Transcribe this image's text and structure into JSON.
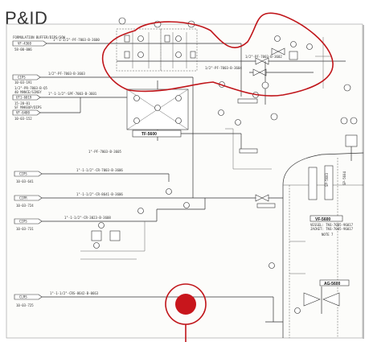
{
  "header": {
    "title": "P&ID"
  },
  "highlight": {
    "color": "#c0151a",
    "dot_color": "#c8161c"
  },
  "offpage": {
    "top_left": [
      "FORMULATION BUFFER/DIPS/SOW",
      "VF-4360",
      "58-00-006"
    ],
    "left_1": [
      "CIPS",
      "10-03-191"
    ],
    "left_2": [
      "1/2\"-PR-7003-B-Q5",
      "40 MANCE/SINSY",
      "UT1-6019",
      "15-20-01",
      "SF MAKEUP/DIPS",
      "VF-6400",
      "10-03-152"
    ],
    "cips_1": [
      "CIPS",
      "10-03-641"
    ],
    "cips_2": [
      "CIPR",
      "10-03-724"
    ],
    "cips_3": [
      "CIPS",
      "10-03-731"
    ],
    "bottom": [
      "CLRS",
      "10-03-725"
    ]
  },
  "tags": {
    "tf_bottom": "TF-5600",
    "vf_vessel": "VF-5600",
    "ag_vessel": "AG-5600",
    "vessel_note": "VESSEL: TK6-7005-96017",
    "jacket_note": "JACKET: TK6-7005-96017",
    "note_7": "NOTE 7",
    "sp_1": "SP-5603",
    "sp_2": "SP-5604"
  },
  "lines": [
    "1\"-1-1/2\"-PF-7003-B-3600",
    "1/2\"-PF-7003-B-3603",
    "1\"-1-1/2\"-SPF-7003-B-3601",
    "1/2\"-PF-7003-B-3604",
    "1/2\"-PF-7003-B-3602",
    "1\"-PF-7003-B-3605",
    "1\"-1-1/2\"-CR-7003-B-3606",
    "1\"-1-1/2\"-CR-8641-B-3606",
    "1\"-1-1/2\"-CR-3023-B-3608",
    "1\"-1-1/2\"-CRS-8642-B-0663"
  ]
}
